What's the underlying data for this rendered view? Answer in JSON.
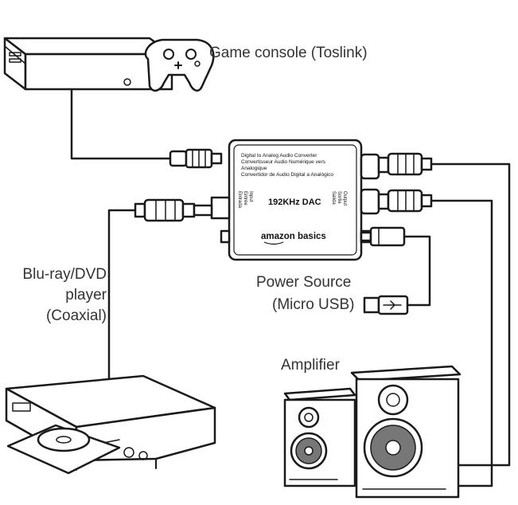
{
  "labels": {
    "game_console": "Game console (Toslink)",
    "bluray_lines": [
      "Blu-ray/DVD",
      "player",
      "(Coaxial)"
    ],
    "power_source": "Power Source",
    "power_sub": "(Micro USB)",
    "amplifier": "Amplifier"
  },
  "dac": {
    "desc_lines": [
      "Digital to Analog Audio Converter",
      "Convertisseur Audio Numérique vers",
      "Analogique",
      "Convertidor de Audio Digital a Analógico"
    ],
    "model": "192KHz DAC",
    "brand": "amazon basics",
    "input_lines": [
      "Entrada",
      "Entrée",
      "Input"
    ],
    "output_lines": [
      "Salida",
      "Sortie",
      "Output"
    ]
  },
  "icons": [
    "game-console-icon",
    "gamepad-icon",
    "bluray-player-icon",
    "disc-icon",
    "speaker-icon",
    "usb-icon",
    "rca-plug-icon",
    "toslink-plug-icon"
  ]
}
